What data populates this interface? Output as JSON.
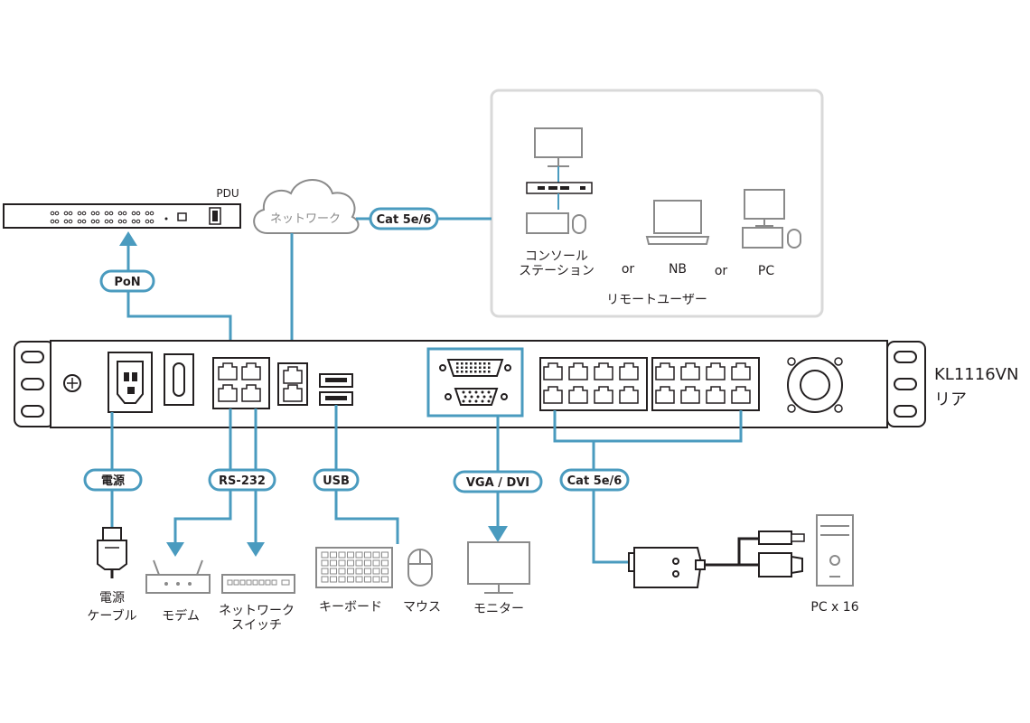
{
  "labels": {
    "pdu": "PDU",
    "network": "ネットワーク",
    "console_station": [
      "コンソール",
      "ステーション"
    ],
    "or1": "or",
    "nb": "NB",
    "or2": "or",
    "pc": "PC",
    "remote_users": "リモートユーザー",
    "product_model": "KL1116VN",
    "product_side": "リア",
    "power_cable": [
      "電源",
      "ケーブル"
    ],
    "modem": "モデム",
    "network_switch": [
      "ネットワーク",
      "スイッチ"
    ],
    "keyboard": "キーボード",
    "mouse": "マウス",
    "monitor": "モニター",
    "pc_count": "PC x 16"
  },
  "pills": {
    "pon": "PoN",
    "cat_top": "Cat 5e/6",
    "power": "電源",
    "rs232": "RS-232",
    "usb": "USB",
    "vga_dvi": "VGA / DVI",
    "cat_bottom": "Cat 5e/6"
  },
  "colors": {
    "accent": "#4a9bbf",
    "line": "#231f20",
    "gray_device": "#8a8a8a",
    "panel_border": "#d9d9d9"
  }
}
